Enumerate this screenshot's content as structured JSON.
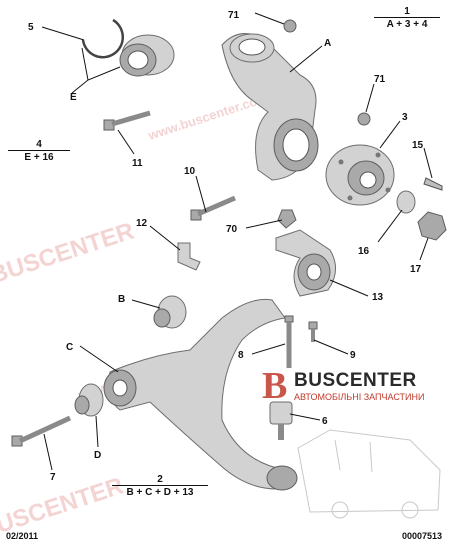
{
  "watermark": {
    "brand_text": "BUSCENTER",
    "domain_text": "www.buscenter.com.ua"
  },
  "groups": {
    "g1": {
      "number": "1",
      "formula": "A + 3 + 4"
    },
    "g4": {
      "number": "4",
      "formula": "E + 16"
    },
    "g2": {
      "number": "2",
      "formula": "B + C + D + 13"
    }
  },
  "labels": {
    "n5": "5",
    "n71a": "71",
    "nA": "A",
    "n71b": "71",
    "n3": "3",
    "nE": "E",
    "n11": "11",
    "n15": "15",
    "n10": "10",
    "n70": "70",
    "n12": "12",
    "n16": "16",
    "n17": "17",
    "nB": "B",
    "n13": "13",
    "nC": "C",
    "n8": "8",
    "n9": "9",
    "n6": "6",
    "nD": "D",
    "n7": "7"
  },
  "logo": {
    "letter": "B",
    "name": "BUSCENTER",
    "tagline": "АВТОМОБІЛЬНІ ЗАПЧАСТИНИ"
  },
  "footer": {
    "date": "02/2011",
    "ref": "00007513"
  }
}
